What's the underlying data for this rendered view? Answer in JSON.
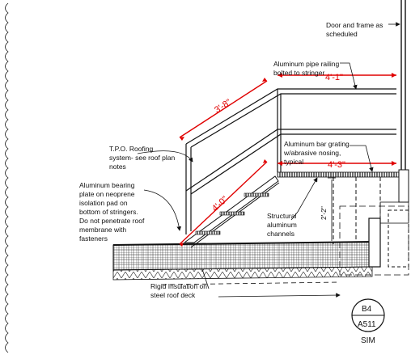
{
  "notes": {
    "door": [
      "Door and frame as",
      "scheduled"
    ],
    "railing": [
      "Aluminum pipe railing",
      "bolted to stringer"
    ],
    "grating": [
      "Aluminum bar grating",
      "w/abrasive nosing,",
      "typical"
    ],
    "tpo": [
      "T.P.O. Roofing",
      "system- see roof plan",
      "notes"
    ],
    "bearing": [
      "Aluminum bearing",
      "plate on neoprene",
      "isolation pad on",
      "bottom of stringers.",
      "Do not penetrate roof",
      "membrane with",
      "fasteners"
    ],
    "channels": [
      "Structural",
      "aluminum",
      "channels"
    ],
    "insulation": [
      "Rigid Insulation on",
      "steel roof deck"
    ]
  },
  "dimensions": {
    "rail_slope": "3'-8\"",
    "rail_top": "4'-1\"",
    "platform": "4'-3\"",
    "stair_run": "4'-0\"",
    "platform_height": "2'-2\""
  },
  "section_tag": {
    "detail": "B4",
    "sheet": "A511",
    "note": "SIM"
  },
  "colors": {
    "dimension": "#e00000",
    "linework": "#111111"
  }
}
